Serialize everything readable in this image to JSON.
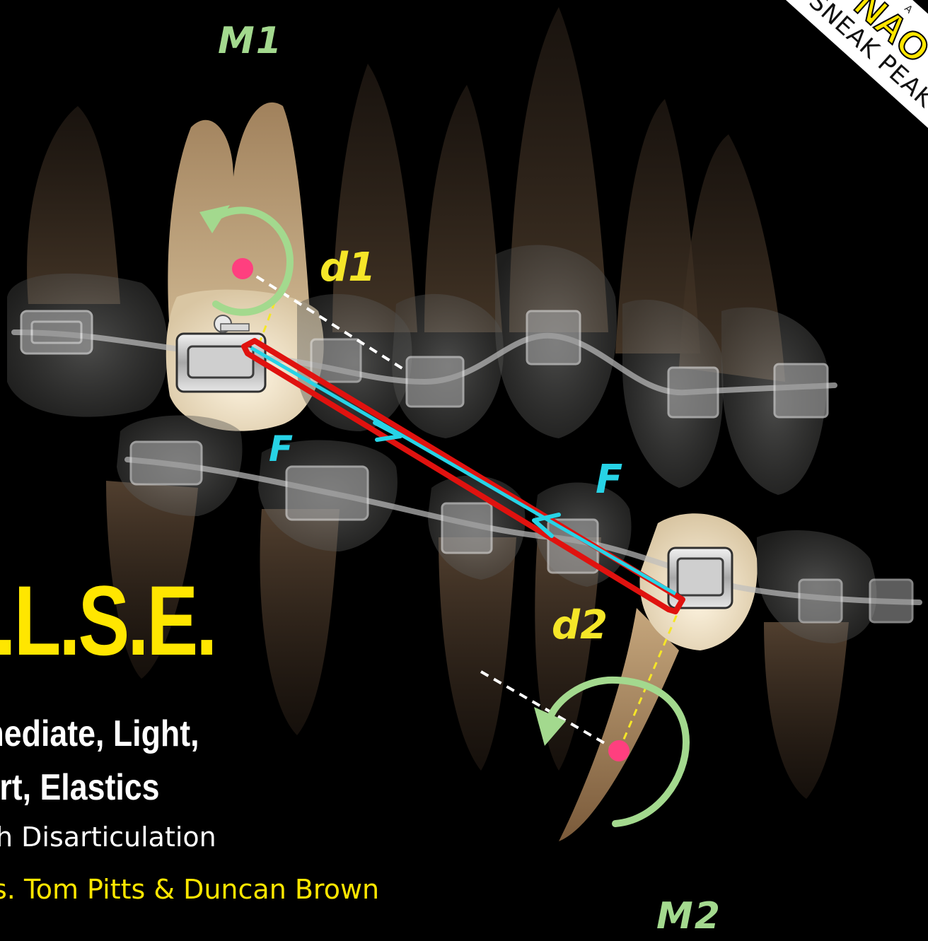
{
  "labels": {
    "m1": "M1",
    "m2": "M2",
    "d1": "d1",
    "d2": "d2",
    "force_upper": "F",
    "force_lower": "F"
  },
  "title": {
    "acronym": ".I.L.S.E.",
    "line1": "mediate, Light,",
    "line2": "ort, Elastics",
    "line3": "h Disarticulation",
    "authors": "s. Tom Pitts & Duncan Brown"
  },
  "banner": {
    "small": "A",
    "word": "NAO",
    "sneak": "SNEAK PEAK"
  },
  "colors": {
    "elastic": "#e0120f",
    "force_arrow": "#27d3e6",
    "moment_arrow": "#a3d98e",
    "center_of_resistance": "#ff3f7f",
    "distance_line": "#f5e628",
    "title": "#ffe600"
  }
}
